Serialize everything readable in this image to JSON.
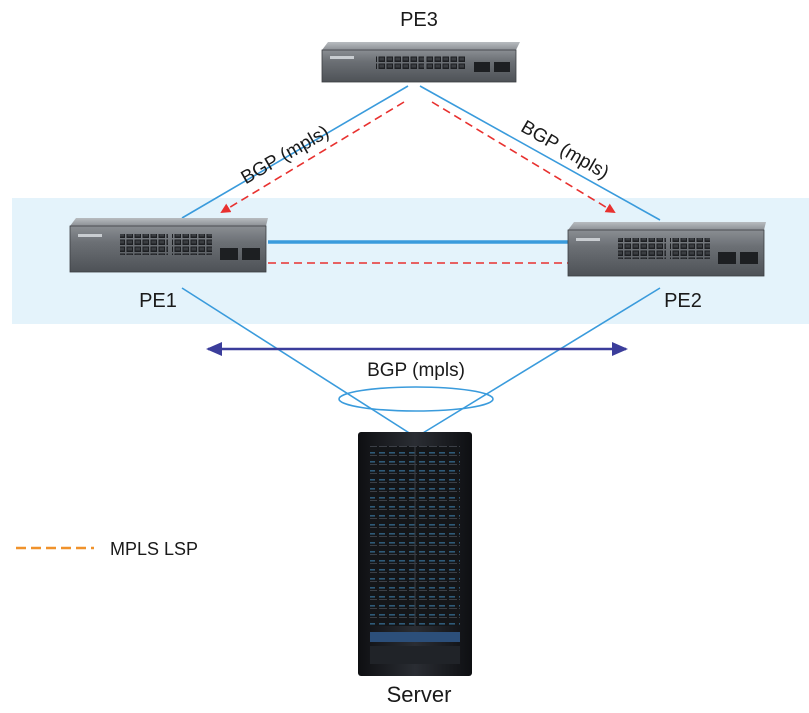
{
  "nodes": {
    "pe3": {
      "label": "PE3"
    },
    "pe1": {
      "label": "PE1"
    },
    "pe2": {
      "label": "PE2"
    },
    "server": {
      "label": "Server"
    }
  },
  "links": {
    "pe3_pe1": {
      "label": "BGP (mpls)"
    },
    "pe3_pe2": {
      "label": "BGP (mpls)"
    },
    "multihoming": {
      "label": "BGP (mpls)"
    }
  },
  "legend": {
    "mpls_lsp": {
      "label": "MPLS LSP"
    }
  },
  "colors": {
    "bgp_link": "#3a9bdc",
    "lsp_dashed": "#e8312f",
    "legend_dash": "#f0922b",
    "multihoming_arrow": "#3b3d9b",
    "segment_band": "#e4f3fb",
    "switch_body": "#6b6f74",
    "rack_body": "#1b1d22"
  },
  "icons": {
    "pe3": "network-switch-icon",
    "pe1": "network-switch-icon",
    "pe2": "network-switch-icon",
    "server": "server-rack-icon"
  }
}
